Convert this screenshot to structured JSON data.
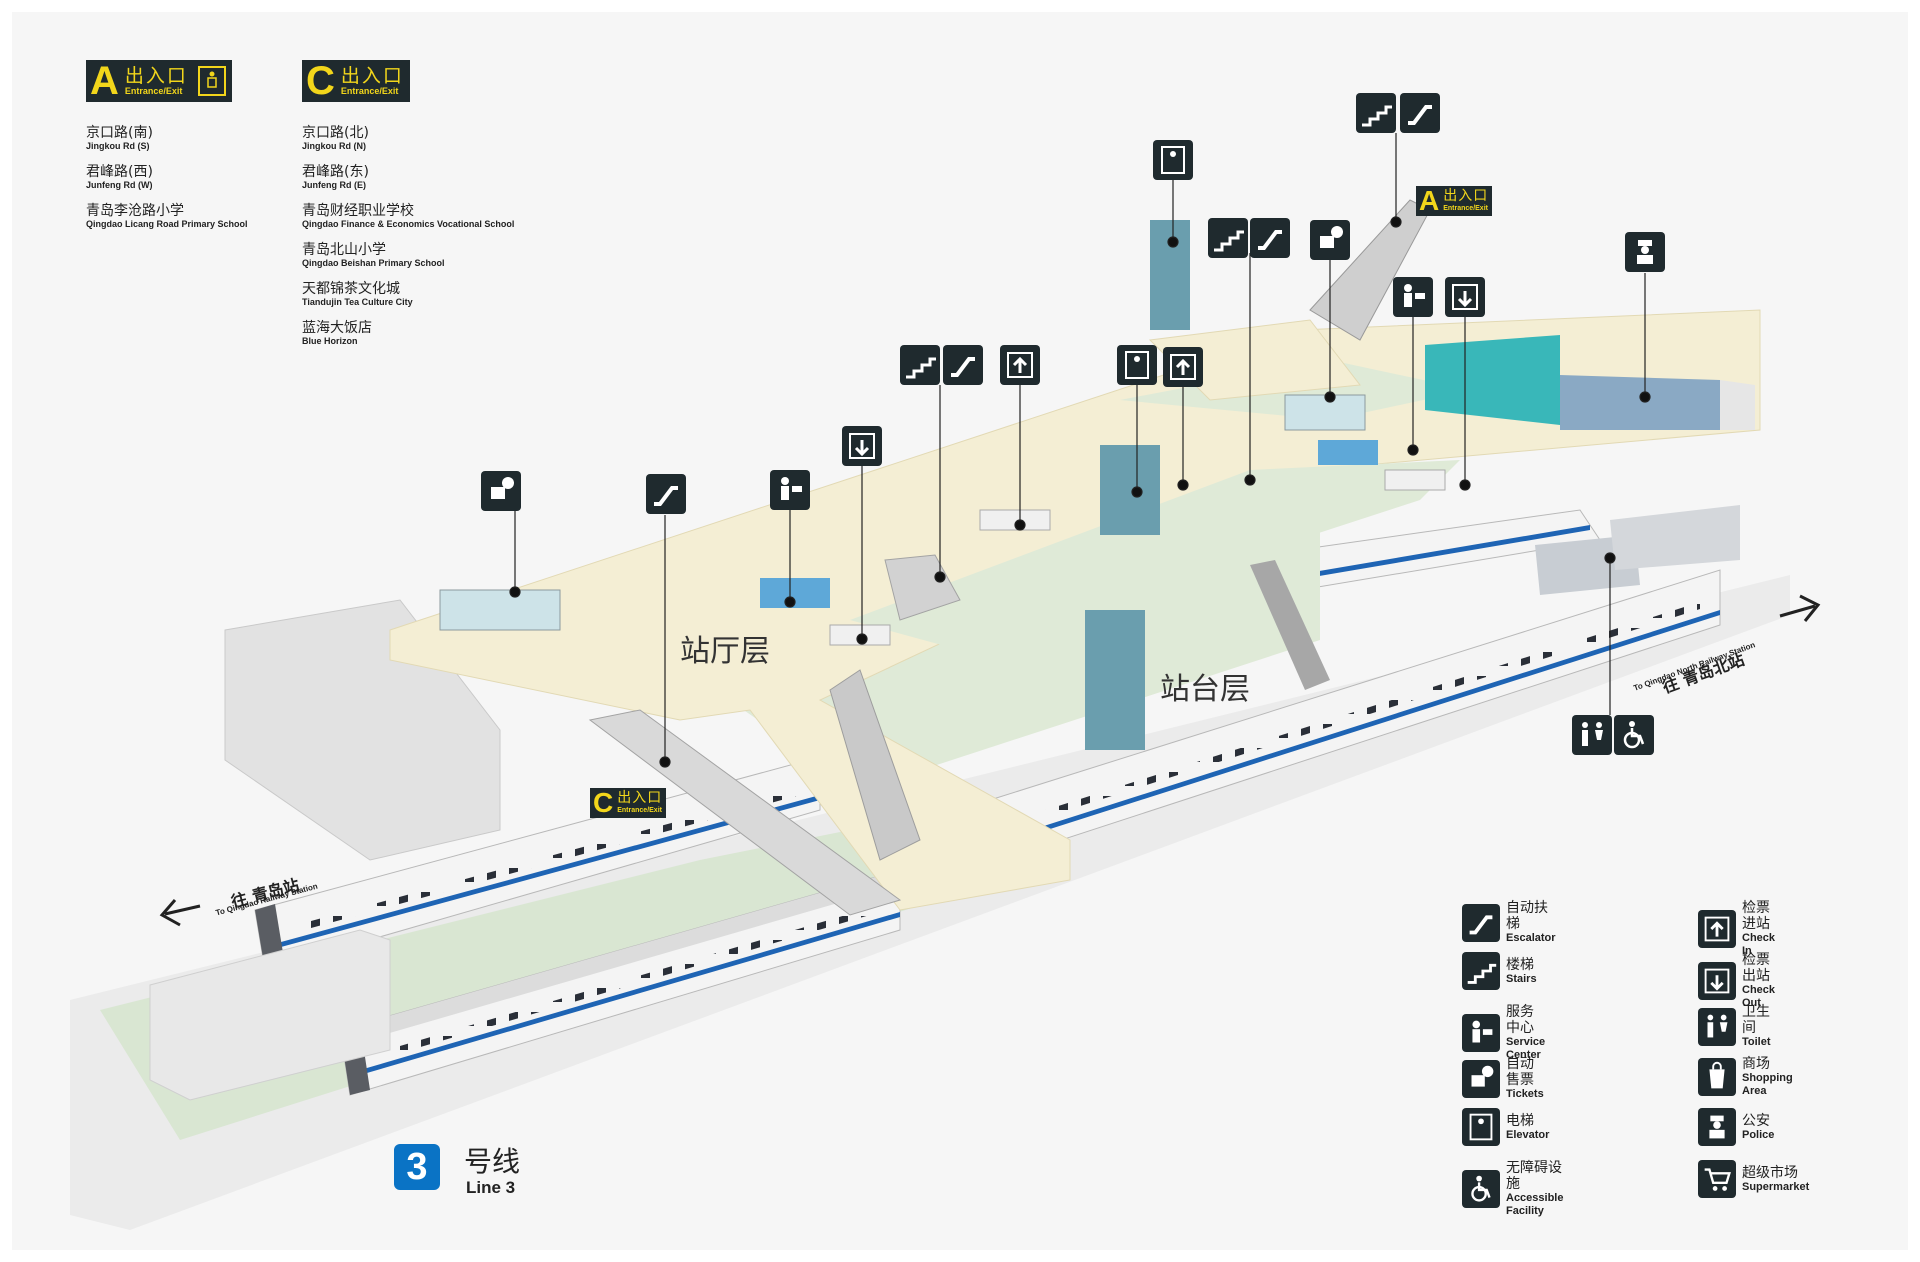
{
  "entrances": {
    "a": {
      "letter": "A",
      "cn": "出入口",
      "en": "Entrance/Exit",
      "destinations": [
        {
          "cn": "京口路(南)",
          "en": "Jingkou Rd (S)"
        },
        {
          "cn": "君峰路(西)",
          "en": "Junfeng Rd (W)"
        },
        {
          "cn": "青岛李沧路小学",
          "en": "Qingdao Licang Road Primary School"
        }
      ]
    },
    "c": {
      "letter": "C",
      "cn": "出入口",
      "en": "Entrance/Exit",
      "destinations": [
        {
          "cn": "京口路(北)",
          "en": "Jingkou Rd (N)"
        },
        {
          "cn": "君峰路(东)",
          "en": "Junfeng Rd (E)"
        },
        {
          "cn": "青岛财经职业学校",
          "en": "Qingdao Finance & Economics Vocational School"
        },
        {
          "cn": "青岛北山小学",
          "en": "Qingdao Beishan Primary School"
        },
        {
          "cn": "天都锦茶文化城",
          "en": "Tiandujin Tea Culture City"
        },
        {
          "cn": "蓝海大饭店",
          "en": "Blue Horizon"
        }
      ]
    }
  },
  "levels": {
    "concourse": "站厅层",
    "platform": "站台层"
  },
  "directions": {
    "left": {
      "cn": "往 青岛站",
      "en": "To Qingdao Railway Station"
    },
    "right": {
      "cn": "往 青岛北站",
      "en": "To Qingdao North Railway Station"
    }
  },
  "legend": [
    {
      "icon": "escalator-icon",
      "cn": "自动扶梯",
      "en": "Escalator"
    },
    {
      "icon": "stairs-icon",
      "cn": "楼梯",
      "en": "Stairs"
    },
    {
      "icon": "service-center-icon",
      "cn": "服务中心",
      "en": "Service Center"
    },
    {
      "icon": "tickets-icon",
      "cn": "自动售票",
      "en": "Tickets"
    },
    {
      "icon": "elevator-icon",
      "cn": "电梯",
      "en": "Elevator"
    },
    {
      "icon": "accessible-icon",
      "cn": "无障碍设施",
      "en": "Accessible Facility"
    },
    {
      "icon": "check-in-icon",
      "cn": "检票进站",
      "en": "Check In"
    },
    {
      "icon": "check-out-icon",
      "cn": "检票出站",
      "en": "Check Out"
    },
    {
      "icon": "toilet-icon",
      "cn": "卫生间",
      "en": "Toilet"
    },
    {
      "icon": "shopping-icon",
      "cn": "商场",
      "en": "Shopping Area"
    },
    {
      "icon": "police-icon",
      "cn": "公安",
      "en": "Police"
    },
    {
      "icon": "supermarket-icon",
      "cn": "超级市场",
      "en": "Supermarket"
    }
  ],
  "line": {
    "number": "3",
    "cn": "号线",
    "en": "Line 3"
  },
  "colors": {
    "badge_bg": "#1f2a2e",
    "badge_text": "#f2d61b",
    "line_blue": "#0a73c5",
    "concourse": "#f4eed4",
    "platform": "#dfead7",
    "elevator_shaft": "#6a9eae"
  }
}
